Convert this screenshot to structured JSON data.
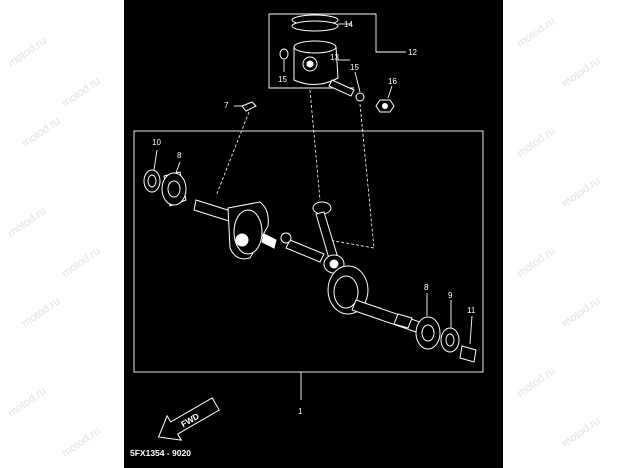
{
  "watermark_text": "motod.ru",
  "diagram": {
    "code": "5FX1354 - 9020",
    "fwd": "FWD",
    "callouts": {
      "n1": "1",
      "n7": "7",
      "n8a": "8",
      "n8b": "8",
      "n9": "9",
      "n10": "10",
      "n11": "11",
      "n12": "12",
      "n13": "13",
      "n14": "14",
      "n15a": "15",
      "n15b": "15",
      "n16": "16"
    }
  },
  "colors": {
    "background": "#000000",
    "lines": "#ffffff",
    "page": "#ffffff",
    "watermark": "#e2e2e2"
  }
}
